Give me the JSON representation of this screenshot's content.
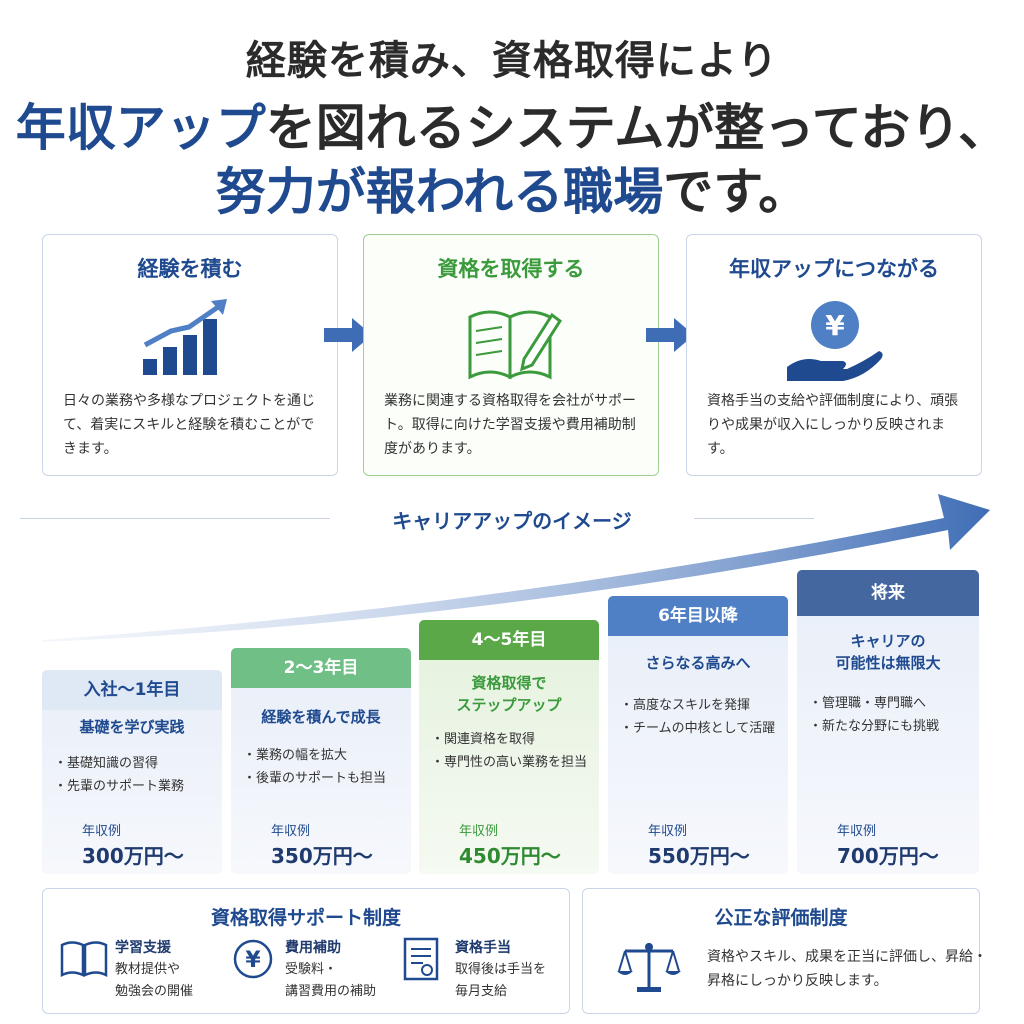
{
  "headline": {
    "line1": "経験を積み、資格取得により",
    "line2_accent": "年収アップ",
    "line2_rest": "を図れるシステムが整っており、",
    "line3_accent": "努力が報われる職場",
    "line3_rest": "です。"
  },
  "steps": [
    {
      "title": "経験を積む",
      "desc": "日々の業務や多様なプロジェクトを通じて、着実にスキルと経験を積むことができます。",
      "icon": "bar-chart-growth-icon"
    },
    {
      "title": "資格を取得する",
      "desc": "業務に関連する資格取得を会社がサポート。取得に向けた学習支援や費用補助制度があります。",
      "icon": "book-pencil-icon"
    },
    {
      "title": "年収アップにつながる",
      "desc": "資格手当の支給や評価制度により、頑張りや成果が収入にしっかり反映されます。",
      "icon": "yen-hand-icon"
    }
  ],
  "career": {
    "title": "キャリアアップのイメージ",
    "stages": [
      {
        "head": "入社〜1年目",
        "sub": "基礎を学び実践",
        "bullets": [
          "基礎知識の習得",
          "先輩のサポート業務"
        ],
        "salary_label": "年収例",
        "salary": "300万円〜"
      },
      {
        "head": "2〜3年目",
        "sub": "経験を積んで成長",
        "bullets": [
          "業務の幅を拡大",
          "後輩のサポートも担当"
        ],
        "salary_label": "年収例",
        "salary": "350万円〜"
      },
      {
        "head": "4〜5年目",
        "sub_lines": [
          "資格取得で",
          "ステップアップ"
        ],
        "bullets": [
          "関連資格を取得",
          "専門性の高い業務を担当"
        ],
        "salary_label": "年収例",
        "salary": "450万円〜"
      },
      {
        "head": "6年目以降",
        "sub": "さらなる高みへ",
        "bullets": [
          "高度なスキルを発揮",
          "チームの中核として活躍"
        ],
        "salary_label": "年収例",
        "salary": "550万円〜"
      },
      {
        "head": "将来",
        "sub_lines": [
          "キャリアの",
          "可能性は無限大"
        ],
        "bullets": [
          "管理職・専門職へ",
          "新たな分野にも挑戦"
        ],
        "salary_label": "年収例",
        "salary": "700万円〜"
      }
    ]
  },
  "support": {
    "title": "資格取得サポート制度",
    "items": [
      {
        "title": "学習支援",
        "lines": [
          "教材提供や",
          "勉強会の開催"
        ],
        "icon": "book-icon"
      },
      {
        "title": "費用補助",
        "lines": [
          "受験料・",
          "講習費用の補助"
        ],
        "icon": "yen-coin-icon"
      },
      {
        "title": "資格手当",
        "lines": [
          "取得後は手当を",
          "毎月支給"
        ],
        "icon": "certificate-icon"
      }
    ]
  },
  "evaluation": {
    "title": "公正な評価制度",
    "desc": "資格やスキル、成果を正当に評価し、昇給・昇格にしっかり反映します。",
    "icon": "scales-icon"
  },
  "colors": {
    "navy": "#1f4a8f",
    "green": "#3a9a3c",
    "stage_heads": [
      "#dfe8f5",
      "#6fbf86",
      "#5aa847",
      "#4f7fc4",
      "#45679f"
    ]
  }
}
